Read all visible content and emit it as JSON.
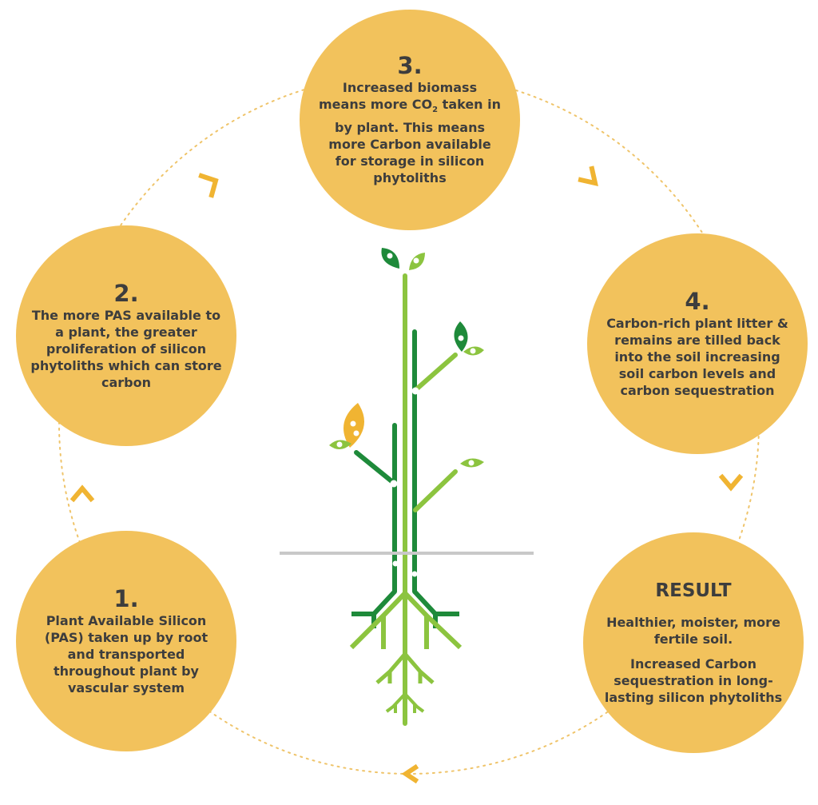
{
  "steps": [
    {
      "number": "1.",
      "text": "Plant Available Silicon (PAS) taken up by root and transported throughout plant by vascular system"
    },
    {
      "number": "2.",
      "text": "The more PAS available to a plant, the greater proliferation of silicon phytoliths which can store carbon"
    },
    {
      "number": "3.",
      "text_before": "Increased biomass means more CO",
      "subscript": "2",
      "text_after": " taken in by plant. This means more Carbon available for storage in silicon phytoliths"
    },
    {
      "number": "4.",
      "text": "Carbon-rich plant litter & remains are tilled back into the soil increasing soil carbon levels and carbon sequestration"
    }
  ],
  "result": {
    "title": "RESULT",
    "line1": "Healthier, moister, more fertile soil.",
    "line2": "Increased Carbon sequestration in long-lasting silicon phytoliths"
  },
  "colors": {
    "bubble_fill": "#F2C25C",
    "text": "#3d3d3d",
    "arrow": "#F0B432",
    "cycle_dots": "#EFC46A",
    "dark_green": "#1E8A3A",
    "light_green": "#8CC43F",
    "ground_line": "#C8C8C8"
  }
}
